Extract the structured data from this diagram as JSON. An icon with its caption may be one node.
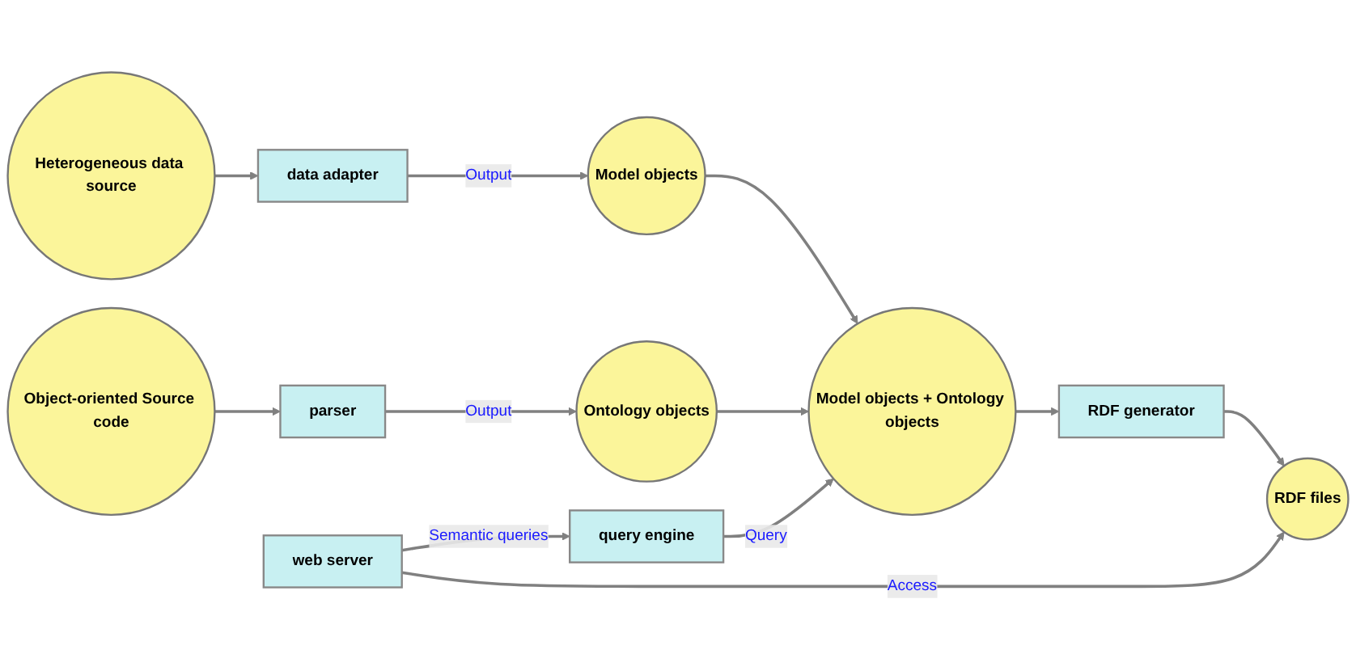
{
  "diagram": {
    "nodes": [
      {
        "text": [
          "Heterogeneous data source"
        ]
      },
      {
        "text": [
          "data adapter"
        ]
      },
      {
        "text": [
          "Model objects"
        ]
      },
      {
        "text": [
          "Object-oriented Source code"
        ]
      },
      {
        "text": [
          "parser"
        ]
      },
      {
        "text": [
          "Ontology objects"
        ]
      },
      {
        "text": [
          "query engine"
        ]
      },
      {
        "text": [
          "Model objects + Ontology objects"
        ]
      },
      {
        "text": [
          "web server"
        ]
      },
      {
        "text": [
          "RDF generator"
        ]
      },
      {
        "text": [
          "RDF files"
        ]
      }
    ],
    "edges": [
      {
        "from": 0,
        "to": 1,
        "arrow": "to"
      },
      {
        "from": 1,
        "to": 2,
        "arrow": "to",
        "label": "Output"
      },
      {
        "from": 3,
        "to": 4,
        "arrow": "to"
      },
      {
        "from": 4,
        "to": 5,
        "arrow": "to",
        "label": "Output"
      },
      {
        "from": 2,
        "to": 7,
        "arrow": "to"
      },
      {
        "from": 5,
        "to": 7,
        "arrow": "to"
      },
      {
        "from": 6,
        "to": 7,
        "arrow": "to",
        "label": "Query"
      },
      {
        "from": 7,
        "to": 9,
        "arrow": "to"
      },
      {
        "from": 9,
        "to": 10,
        "arrow": "to"
      },
      {
        "from": 8,
        "to": 6,
        "arrow": "to",
        "label": "Semantic queries"
      },
      {
        "from": 8,
        "to": 10,
        "arrow": "to",
        "label": "Access"
      }
    ]
  }
}
